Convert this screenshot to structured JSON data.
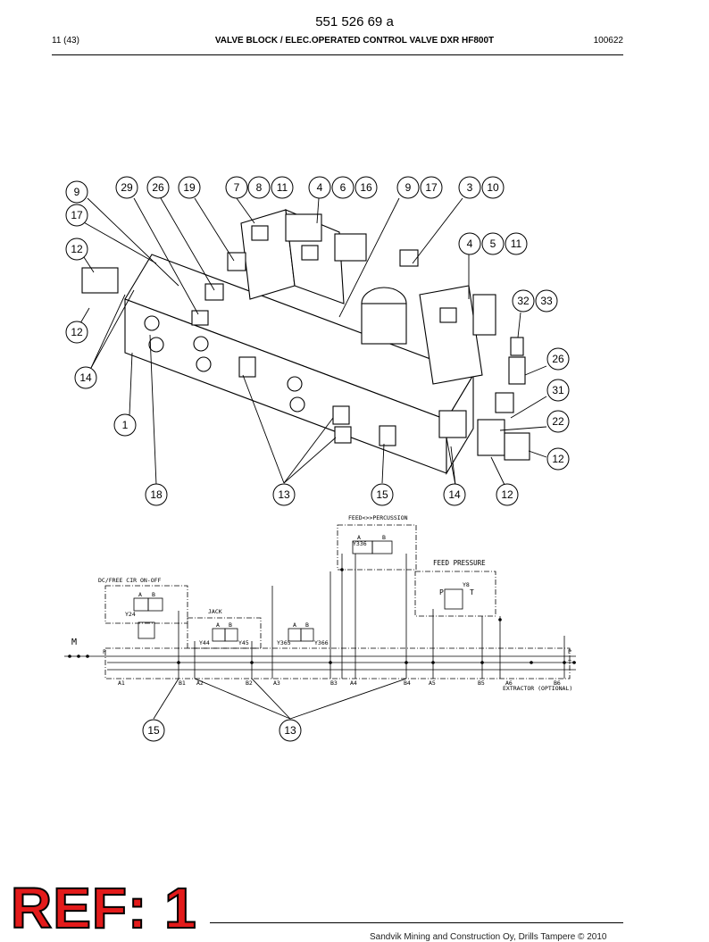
{
  "header": {
    "doc_number": "551 526 69 a",
    "page": "11 (43)",
    "title": "VALVE BLOCK / ELEC.OPERATED CONTROL VALVE DXR HF800T",
    "date_code": "100622"
  },
  "callouts": [
    "9",
    "17",
    "12",
    "12",
    "14",
    "1",
    "18",
    "29",
    "26",
    "19",
    "7",
    "8",
    "11",
    "4",
    "6",
    "16",
    "9",
    "17",
    "3",
    "10",
    "4",
    "5",
    "11",
    "32",
    "33",
    "26",
    "31",
    "22",
    "12",
    "12",
    "14",
    "13",
    "15",
    "15",
    "13"
  ],
  "schematic": {
    "feed_percussion": "FEED<>>PERCUSSION",
    "feed_pressure": "FEED PRESSURE",
    "dc_free_cir": "DC/FREE CIR ON-OFF",
    "jack": "JACK",
    "extractor": "EXTRACTOR (OPTIONAL)",
    "m_label": "M",
    "coil_labels": [
      "Y24",
      "Y44",
      "Y45",
      "Y365",
      "Y366",
      "Y336",
      "Y8"
    ],
    "port_labels": [
      "A1",
      "B1",
      "A2",
      "B2",
      "A3",
      "B3",
      "A4",
      "B4",
      "A5",
      "B5",
      "A6",
      "B6"
    ],
    "p": "P",
    "t": "T",
    "a": "A",
    "b": "B"
  },
  "stamp": {
    "ref": "REF: 1"
  },
  "footer": {
    "copyright": "Sandvik Mining and Construction Oy, Drills Tampere © 2010"
  }
}
